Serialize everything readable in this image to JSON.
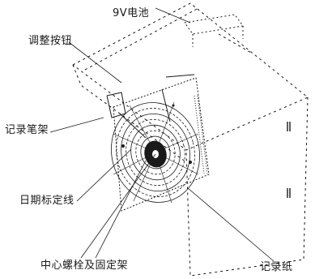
{
  "labels": {
    "battery": "9V电池",
    "adjust_knob": "调整按钮",
    "pen_holder": "记录笔架",
    "date_line": "日期标定线",
    "center_mount": "中心螺栓及固定架",
    "chart_paper": "记录纸"
  },
  "colors": {
    "ink": "#1a1a1a",
    "background": "#ffffff"
  }
}
